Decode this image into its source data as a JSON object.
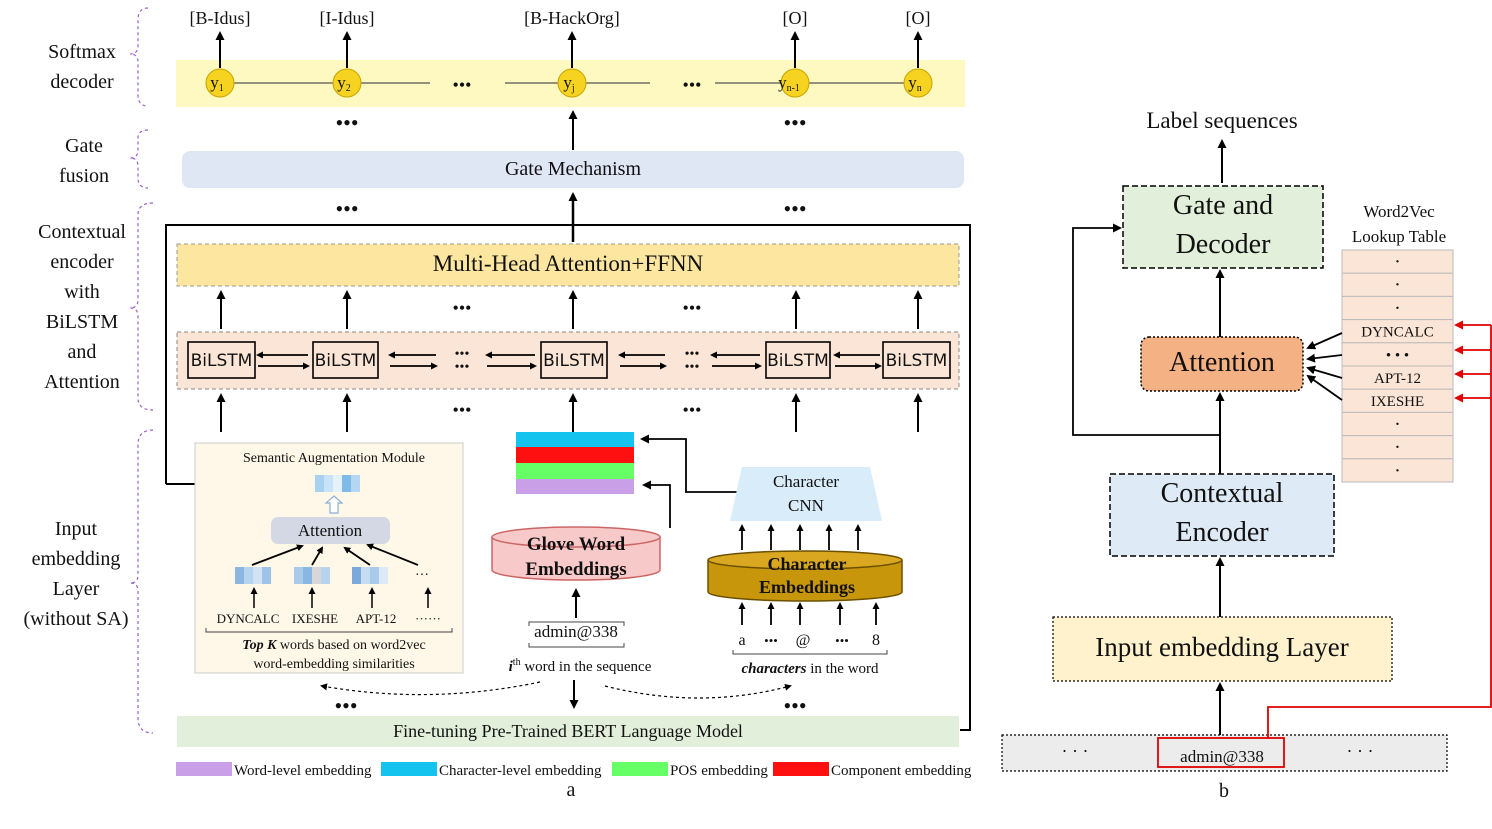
{
  "panel_a": {
    "caption": "a",
    "layers": {
      "softmax": "Softmax decoder",
      "gate": "Gate fusion",
      "context": "Contextual encoder with BiLSTM and Attention",
      "input": "Input embedding Layer (without SA)"
    },
    "output_labels": [
      "[B-Idus]",
      "[I-Idus]",
      "[B-HackOrg]",
      "[O]",
      "[O]"
    ],
    "y_nodes": [
      {
        "base": "y",
        "sub": "1"
      },
      {
        "base": "y",
        "sub": "2"
      },
      {
        "base": "y",
        "sub": "j"
      },
      {
        "base": "y",
        "sub": "n-1"
      },
      {
        "base": "y",
        "sub": "n"
      }
    ],
    "gate_mechanism": "Gate Mechanism",
    "mha": "Multi-Head Attention+FFNN",
    "bilstm_label": "BiLSTM",
    "sam": {
      "title": "Semantic Augmentation Module",
      "attention": "Attention",
      "words": [
        "DYNCALC",
        "IXESHE",
        "APT-12",
        "······"
      ],
      "caption_em": "Top K",
      "caption_rest": " words based on word2vec",
      "caption_line2": "word-embedding similarities"
    },
    "glove": [
      "Glove Word",
      "Embeddings"
    ],
    "char_cnn": [
      "Character",
      "CNN"
    ],
    "char_emb": [
      "Character",
      "Embeddings"
    ],
    "word": "admin@338",
    "word_caption_sup": "th",
    "word_caption_i": "i",
    "word_caption_rest": " word in the sequence",
    "chars": [
      "a",
      "•••",
      "@",
      "•••",
      "8"
    ],
    "chars_caption_em": "characters",
    "chars_caption_rest": " in the word",
    "bert": "Fine-tuning Pre-Trained BERT Language Model",
    "legend": [
      {
        "label": "Word-level embedding",
        "color": "#c9a0e8"
      },
      {
        "label": "Character-level embedding",
        "color": "#14c4ee"
      },
      {
        "label": "POS embedding",
        "color": "#66ff66"
      },
      {
        "label": "Component embedding",
        "color": "#ff1010"
      }
    ],
    "ellipsis": "•••"
  },
  "panel_b": {
    "caption": "b",
    "label_sequences": "Label sequences",
    "gate_decoder": [
      "Gate and",
      "Decoder"
    ],
    "attention": "Attention",
    "contextual_encoder": [
      "Contextual",
      "Encoder"
    ],
    "input_layer": "Input embedding Layer",
    "word": "admin@338",
    "dots": "· · ·",
    "lookup_title": [
      "Word2Vec",
      "Lookup Table"
    ],
    "lookup_rows": [
      "·",
      "·",
      "·",
      "DYNCALC",
      "• • •",
      "APT-12",
      "IXESHE",
      "·",
      "·",
      "·"
    ]
  },
  "colors": {
    "yellow_band": "#fef9c0",
    "node": "#f5d320",
    "gate": "#dfe6f4",
    "mha": "#fde7a0",
    "bilstm_band": "#fbe5d6",
    "sam_bg": "#fff8e8",
    "glove": "#f7c9c9",
    "char_emb": "#c8960a",
    "char_cnn": "#d8ecfa",
    "bert": "#e2efda",
    "green_box": "#e2efda",
    "attention_orange": "#f4b183",
    "blue_box": "#deebf7",
    "input_box": "#fff2cc",
    "red": "#e00000",
    "bracket": "#9a5fc8"
  }
}
